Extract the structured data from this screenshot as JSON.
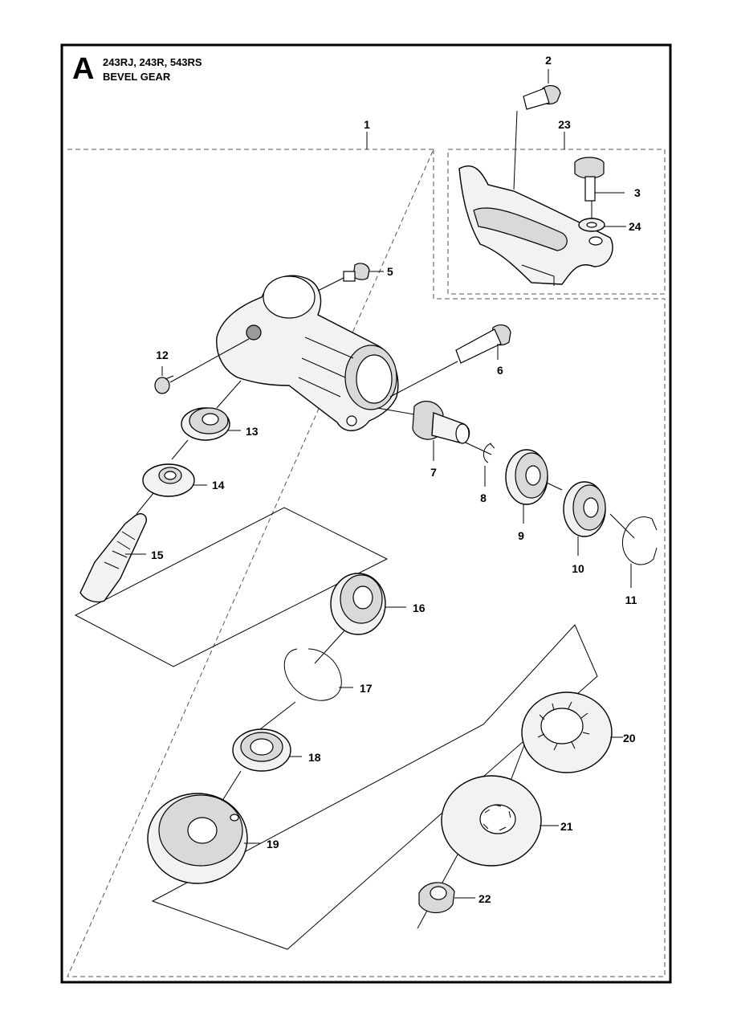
{
  "header": {
    "section_letter": "A",
    "models": "243RJ, 243R, 543RS",
    "title": "BEVEL GEAR"
  },
  "callouts": {
    "p1": "1",
    "p2": "2",
    "p3": "3",
    "p5": "5",
    "p6": "6",
    "p7": "7",
    "p8": "8",
    "p9": "9",
    "p10": "10",
    "p11": "11",
    "p12": "12",
    "p13": "13",
    "p14": "14",
    "p15": "15",
    "p16": "16",
    "p17": "17",
    "p18": "18",
    "p19": "19",
    "p20": "20",
    "p21": "21",
    "p22": "22",
    "p23": "23",
    "p24": "24"
  }
}
